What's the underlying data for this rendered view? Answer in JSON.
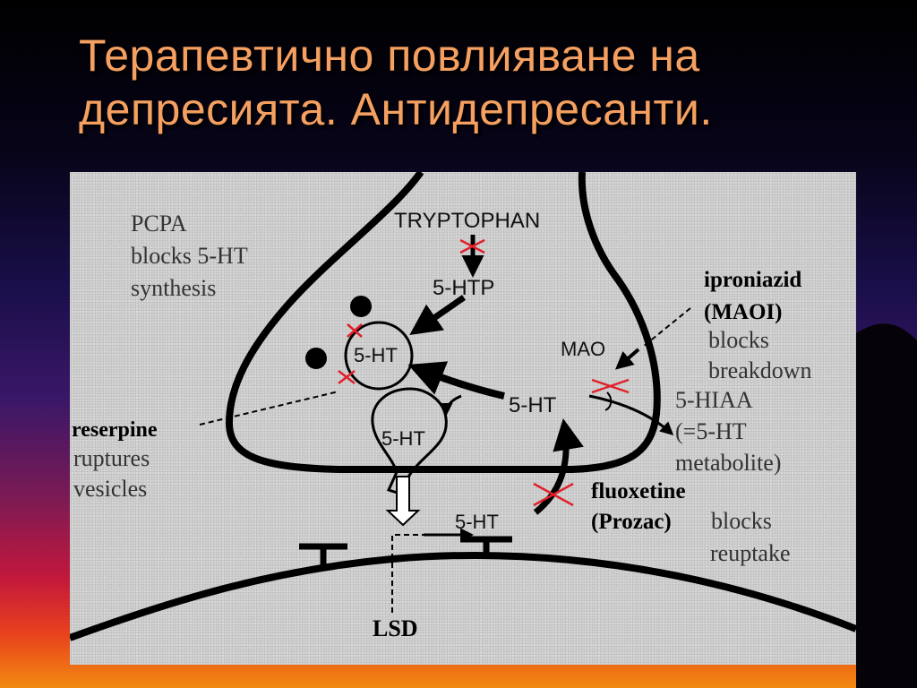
{
  "slide": {
    "title_line1": "Терапевтично повлияване на",
    "title_line2": "депресията. Антидепресанти."
  },
  "diagram": {
    "tryptophan": "TRYPTOPHAN",
    "htp": "5-HTP",
    "ht_vesicle_top": "5-HT",
    "ht_center": "5-HT",
    "ht_vesicle_bottom": "5-HT",
    "ht_cleft": "5-HT",
    "mao": "MAO",
    "lsd": "LSD",
    "pcpa": {
      "line1": "PCPA",
      "line2": "blocks 5-HT",
      "line3": "synthesis"
    },
    "reserpine": {
      "line1": "reserpine",
      "line2": "ruptures",
      "line3": "vesicles"
    },
    "iproniazid": {
      "line1": "iproniazid",
      "line2": "(MAOI)",
      "line3": "blocks",
      "line4": "breakdown"
    },
    "hiaa": {
      "line1": "5-HIAA",
      "line2": "(=5-HT",
      "line3": "metabolite)"
    },
    "fluoxetine": {
      "line1": "fluoxetine",
      "line2a": "(Prozac)",
      "line2b": "blocks",
      "line3": "reuptake"
    }
  },
  "colors": {
    "title": "#f5a060",
    "block_mark": "#e0202a"
  }
}
